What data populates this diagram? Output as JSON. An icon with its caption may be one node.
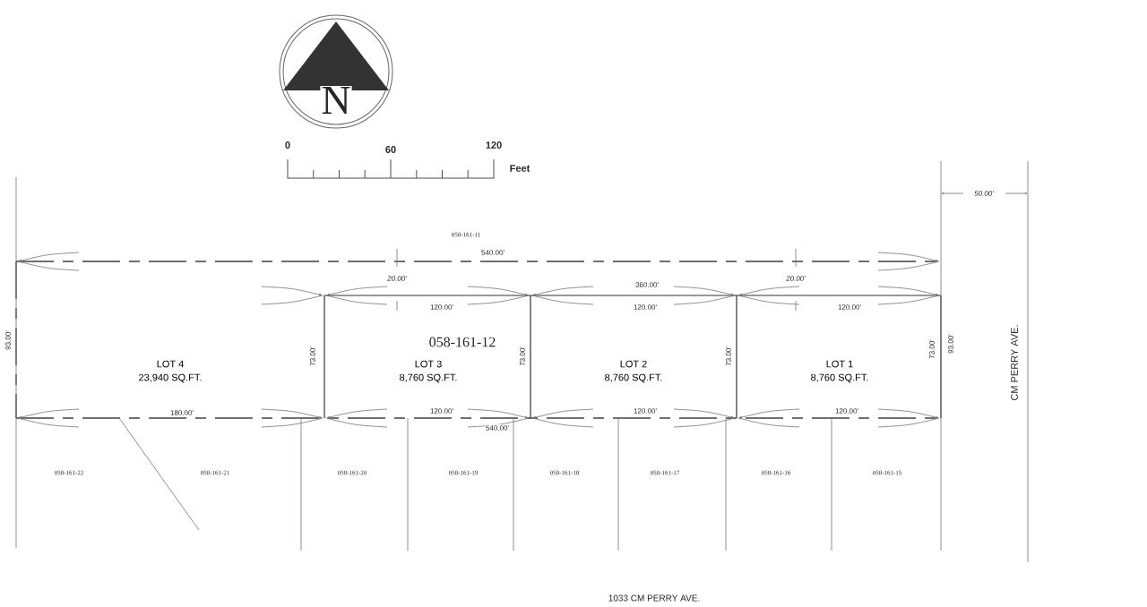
{
  "diagram": {
    "nodes": [
      {
        "text": [
          "LOT 4",
          "23,940 SQ.FT."
        ]
      },
      {
        "text": [
          "LOT 3",
          "8,760 SQ.FT."
        ]
      },
      {
        "text": [
          "LOT 2",
          "8,760 SQ.FT."
        ]
      },
      {
        "text": [
          "LOT 1",
          "8,760 SQ.FT."
        ]
      }
    ],
    "labels": [
      "058-161-11",
      "540.00'",
      "20.00'",
      "20.00'",
      "360.00'",
      "120.00'",
      "120.00'",
      "120.00'",
      "93.00'",
      "73.00'",
      "058-161-12",
      "73.00'",
      "73.00'",
      "73.00'",
      "93.00'",
      "180.00'",
      "120.00'",
      "120.00'",
      "120.00'",
      "540.00'",
      "50.00'",
      "CM PERRY AVE.",
      "058-161-22",
      "058-161-21",
      "058-161-20",
      "058-161-19",
      "058-161-18",
      "058-161-17",
      "058-161-16",
      "058-161-15",
      "0",
      "60",
      "120",
      "Feet",
      "1033 CM PERRY AVE.",
      "N"
    ]
  }
}
